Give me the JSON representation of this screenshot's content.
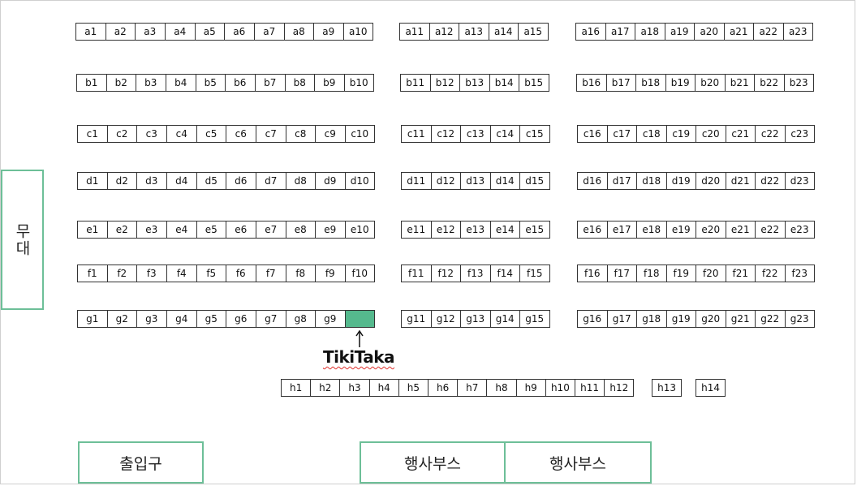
{
  "stage_label": "무대",
  "entrance_label": "출입구",
  "event_booth_labels": [
    "행사부스",
    "행사부스"
  ],
  "highlight_label": "TikiTaka",
  "highlight_booth": "g10",
  "highlight_color": "#55b98d",
  "border_color": "#6dbf98",
  "rows": [
    {
      "row": "a",
      "cells": [
        "a1",
        "a2",
        "a3",
        "a4",
        "a5",
        "a6",
        "a7",
        "a8",
        "a9",
        "a10",
        "a11",
        "a12",
        "a13",
        "a14",
        "a15",
        "a16",
        "a17",
        "a18",
        "a19",
        "a20",
        "a21",
        "a22",
        "a23"
      ]
    },
    {
      "row": "b",
      "cells": [
        "b1",
        "b2",
        "b3",
        "b4",
        "b5",
        "b6",
        "b7",
        "b8",
        "b9",
        "b10",
        "b11",
        "b12",
        "b13",
        "b14",
        "b15",
        "b16",
        "b17",
        "b18",
        "b19",
        "b20",
        "b21",
        "b22",
        "b23"
      ]
    },
    {
      "row": "c",
      "cells": [
        "c1",
        "c2",
        "c3",
        "c4",
        "c5",
        "c6",
        "c7",
        "c8",
        "c9",
        "c10",
        "c11",
        "c12",
        "c13",
        "c14",
        "c15",
        "c16",
        "c17",
        "c18",
        "c19",
        "c20",
        "c21",
        "c22",
        "c23"
      ]
    },
    {
      "row": "d",
      "cells": [
        "d1",
        "d2",
        "d3",
        "d4",
        "d5",
        "d6",
        "d7",
        "d8",
        "d9",
        "d10",
        "d11",
        "d12",
        "d13",
        "d14",
        "d15",
        "d16",
        "d17",
        "d18",
        "d19",
        "d20",
        "d21",
        "d22",
        "d23"
      ]
    },
    {
      "row": "e",
      "cells": [
        "e1",
        "e2",
        "e3",
        "e4",
        "e5",
        "e6",
        "e7",
        "e8",
        "e9",
        "e10",
        "e11",
        "e12",
        "e13",
        "e14",
        "e15",
        "e16",
        "e17",
        "e18",
        "e19",
        "e20",
        "e21",
        "e22",
        "e23"
      ]
    },
    {
      "row": "f",
      "cells": [
        "f1",
        "f2",
        "f3",
        "f4",
        "f5",
        "f6",
        "f7",
        "f8",
        "f9",
        "f10",
        "f11",
        "f12",
        "f13",
        "f14",
        "f15",
        "f16",
        "f17",
        "f18",
        "f19",
        "f20",
        "f21",
        "f22",
        "f23"
      ]
    },
    {
      "row": "g",
      "cells": [
        "g1",
        "g2",
        "g3",
        "g4",
        "g5",
        "g6",
        "g7",
        "g8",
        "g9",
        "",
        "g11",
        "g12",
        "g13",
        "g14",
        "g15",
        "g16",
        "g17",
        "g18",
        "g19",
        "g20",
        "g21",
        "g22",
        "g23"
      ]
    }
  ],
  "h_row": [
    "h1",
    "h2",
    "h3",
    "h4",
    "h5",
    "h6",
    "h7",
    "h8",
    "h9",
    "h10",
    "h11",
    "h12",
    "h13",
    "h14"
  ]
}
